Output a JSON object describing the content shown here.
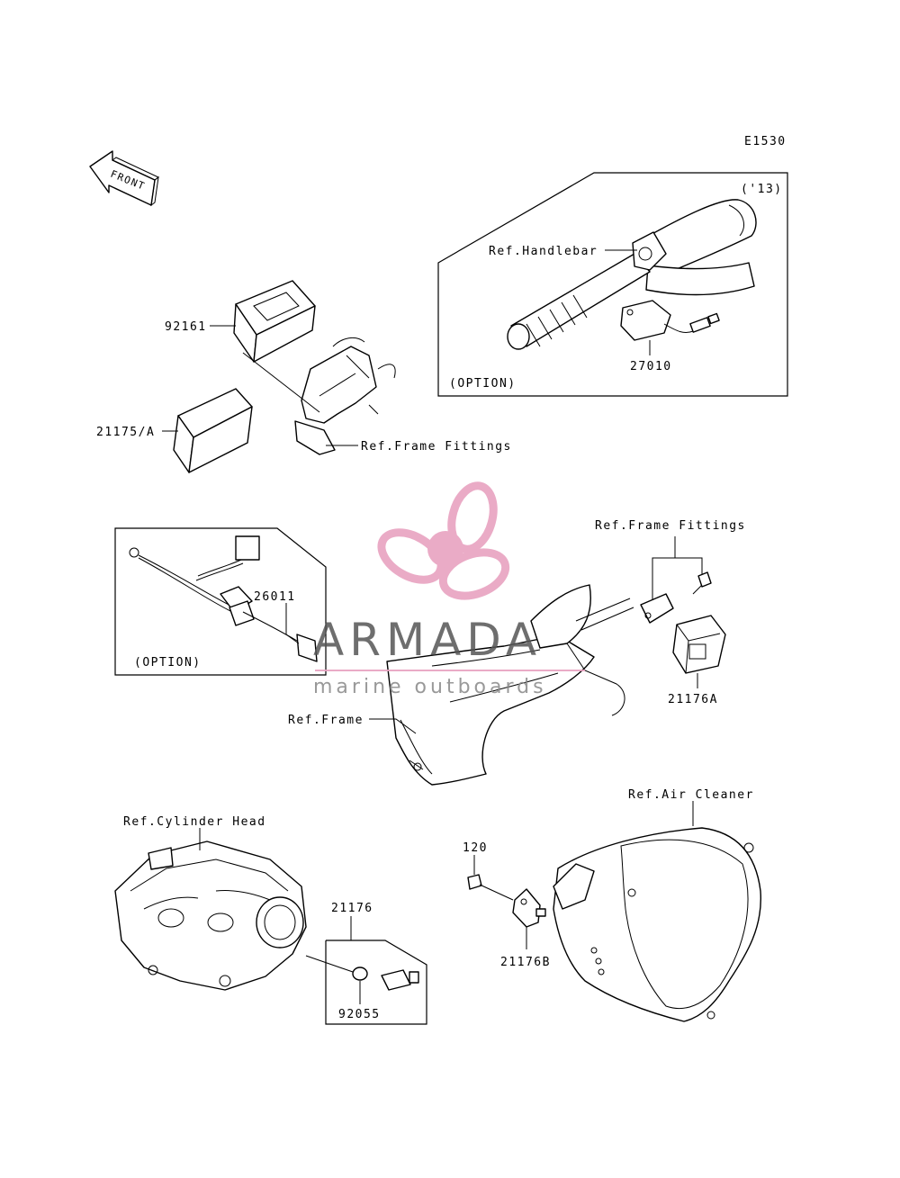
{
  "diagram": {
    "code": "E1530",
    "front_label": "FRONT",
    "year_note": "('13)",
    "option_label_1": "(OPTION)",
    "option_label_2": "(OPTION)"
  },
  "labels": {
    "ref_handlebar": "Ref.Handlebar",
    "p27010": "27010",
    "p92161": "92161",
    "p21175a": "21175/A",
    "ref_frame_fittings_1": "Ref.Frame Fittings",
    "ref_frame_fittings_2": "Ref.Frame Fittings",
    "p26011": "26011",
    "p21176a": "21176A",
    "ref_frame": "Ref.Frame",
    "ref_air_cleaner": "Ref.Air Cleaner",
    "ref_cylinder_head": "Ref.Cylinder Head",
    "p120": "120",
    "p21176": "21176",
    "p21176b": "21176B",
    "p92055": "92055"
  },
  "watermark": {
    "brand": "ARMADA",
    "tagline": "marine outboards",
    "color": "#e8a2c0"
  }
}
